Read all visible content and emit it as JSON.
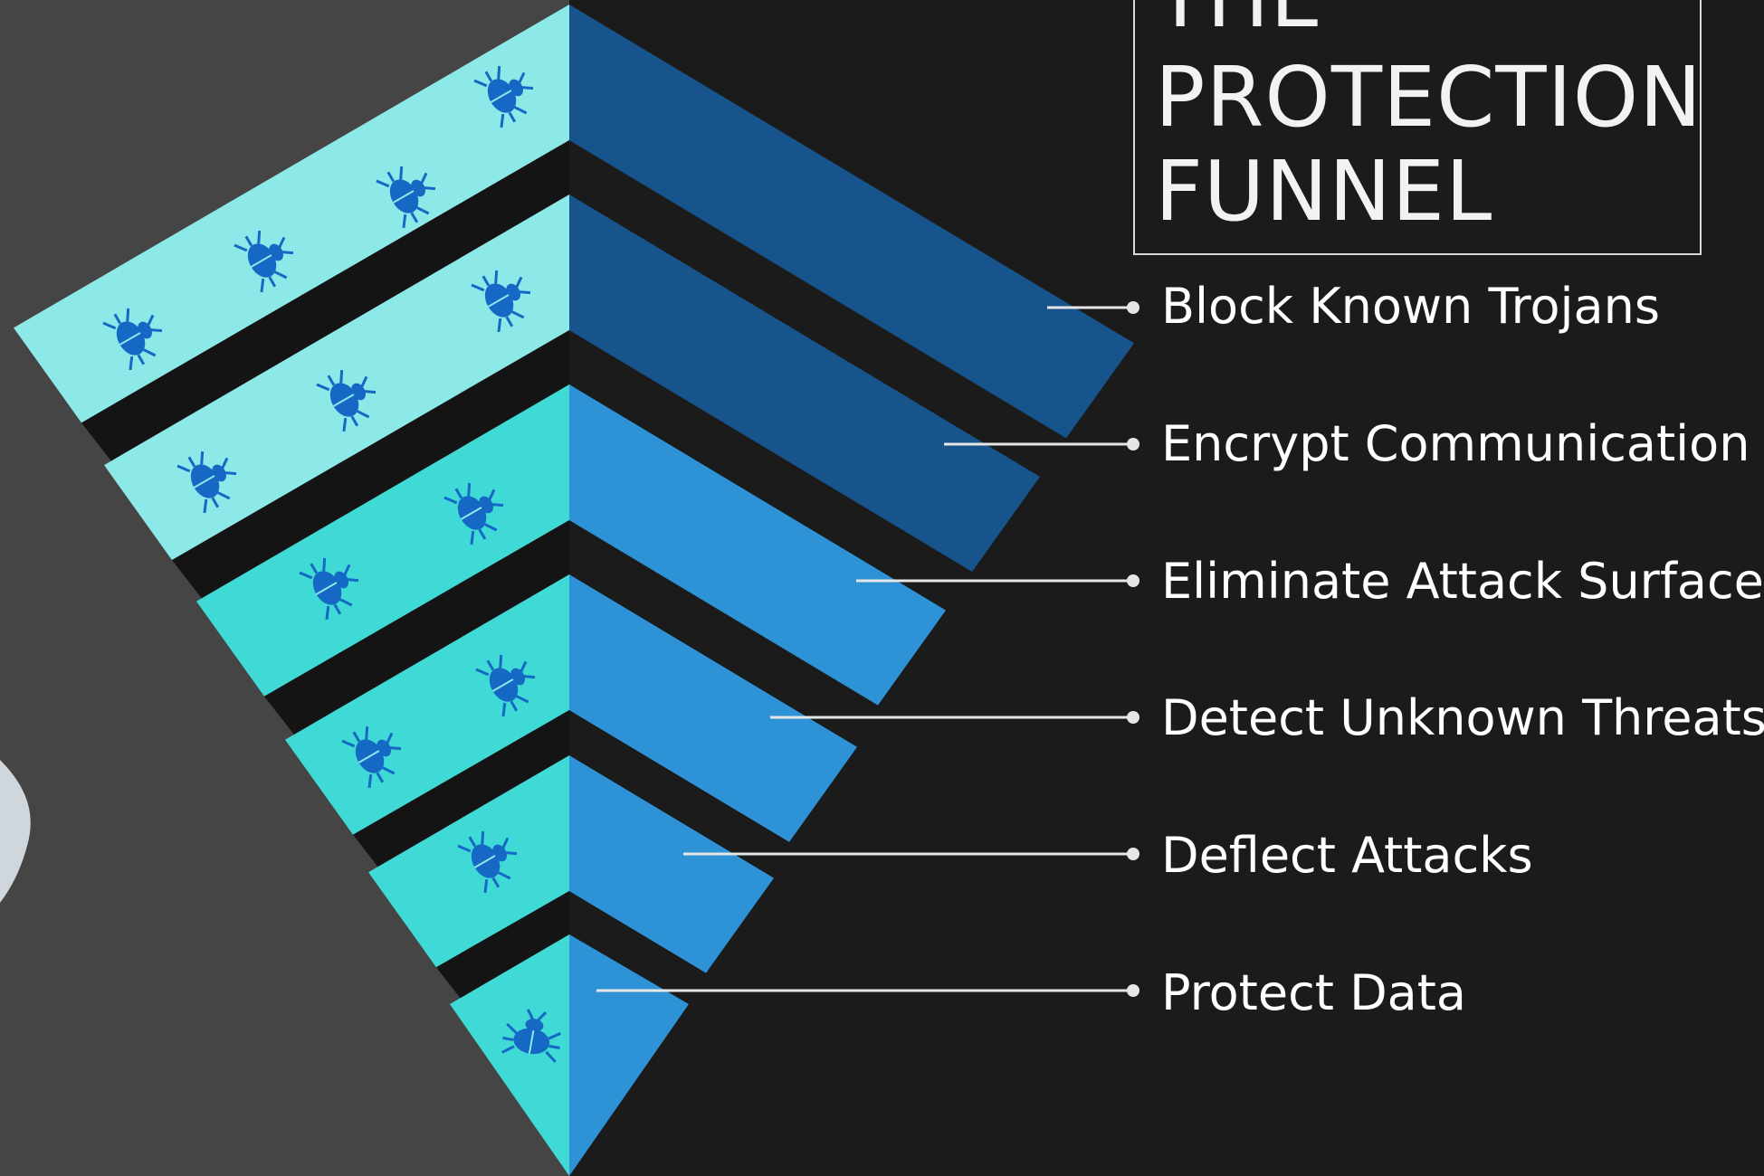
{
  "title": {
    "line1": "THE",
    "line2": "PROTECTION",
    "line3": "FUNNEL"
  },
  "steps": [
    {
      "label": "Block Known Trojans"
    },
    {
      "label": "Encrypt Communication"
    },
    {
      "label": "Eliminate Attack Surface"
    },
    {
      "label": "Detect Unknown Threats"
    },
    {
      "label": "Deflect Attacks"
    },
    {
      "label": "Protect Data"
    }
  ],
  "icons": {
    "pest": "bug-icon"
  },
  "colors": {
    "background": "#1b1b1b",
    "left_panel": "#454545",
    "top_face_light": "#8de9e8",
    "top_face_teal": "#3fd9d6",
    "side_dark_blue": "#17548c",
    "side_mid_blue": "#2e93d6",
    "bug": "#1568c4",
    "text": "#ffffff"
  }
}
